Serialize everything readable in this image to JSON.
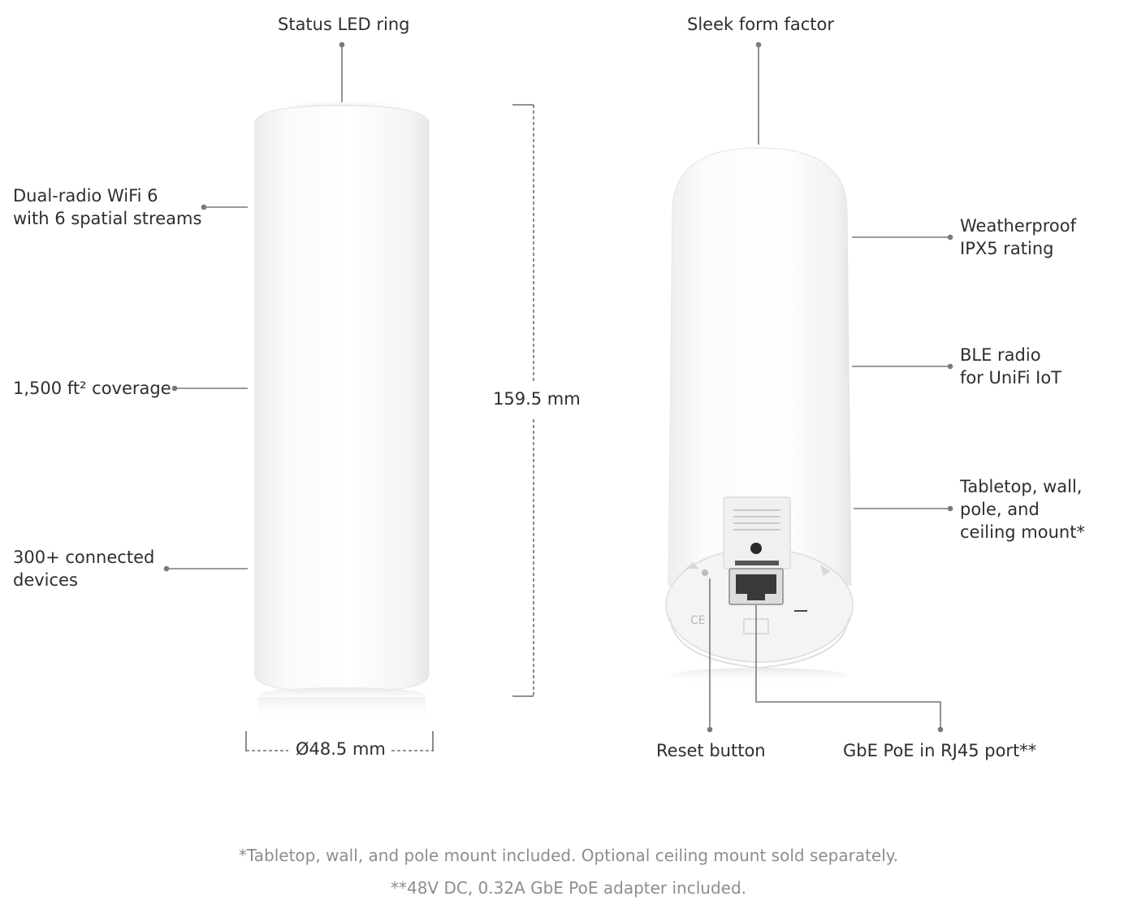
{
  "callouts": {
    "status_led": "Status LED ring",
    "sleek": "Sleek form factor",
    "wifi_l1": "Dual-radio WiFi 6",
    "wifi_l2": "with 6 spatial streams",
    "coverage": "1,500 ft² coverage",
    "devices_l1": "300+ connected",
    "devices_l2": "devices",
    "weather_l1": "Weatherproof",
    "weather_l2": "IPX5 rating",
    "ble_l1": "BLE radio",
    "ble_l2": "for UniFi IoT",
    "mount_l1": "Tabletop, wall,",
    "mount_l2": "pole, and",
    "mount_l3": "ceiling mount*",
    "reset": "Reset button",
    "poe": "GbE PoE in RJ45 port**"
  },
  "dimensions": {
    "height": "159.5 mm",
    "diameter": "Ø48.5 mm"
  },
  "footnotes": {
    "note1": "*Tabletop, wall, and pole mount included. Optional ceiling mount sold separately.",
    "note2": "**48V DC, 0.32A GbE PoE adapter included."
  },
  "colors": {
    "leader": "#7a7a7a",
    "led_glow": "#c9d7f4",
    "footnote": "#8d8d8d"
  }
}
